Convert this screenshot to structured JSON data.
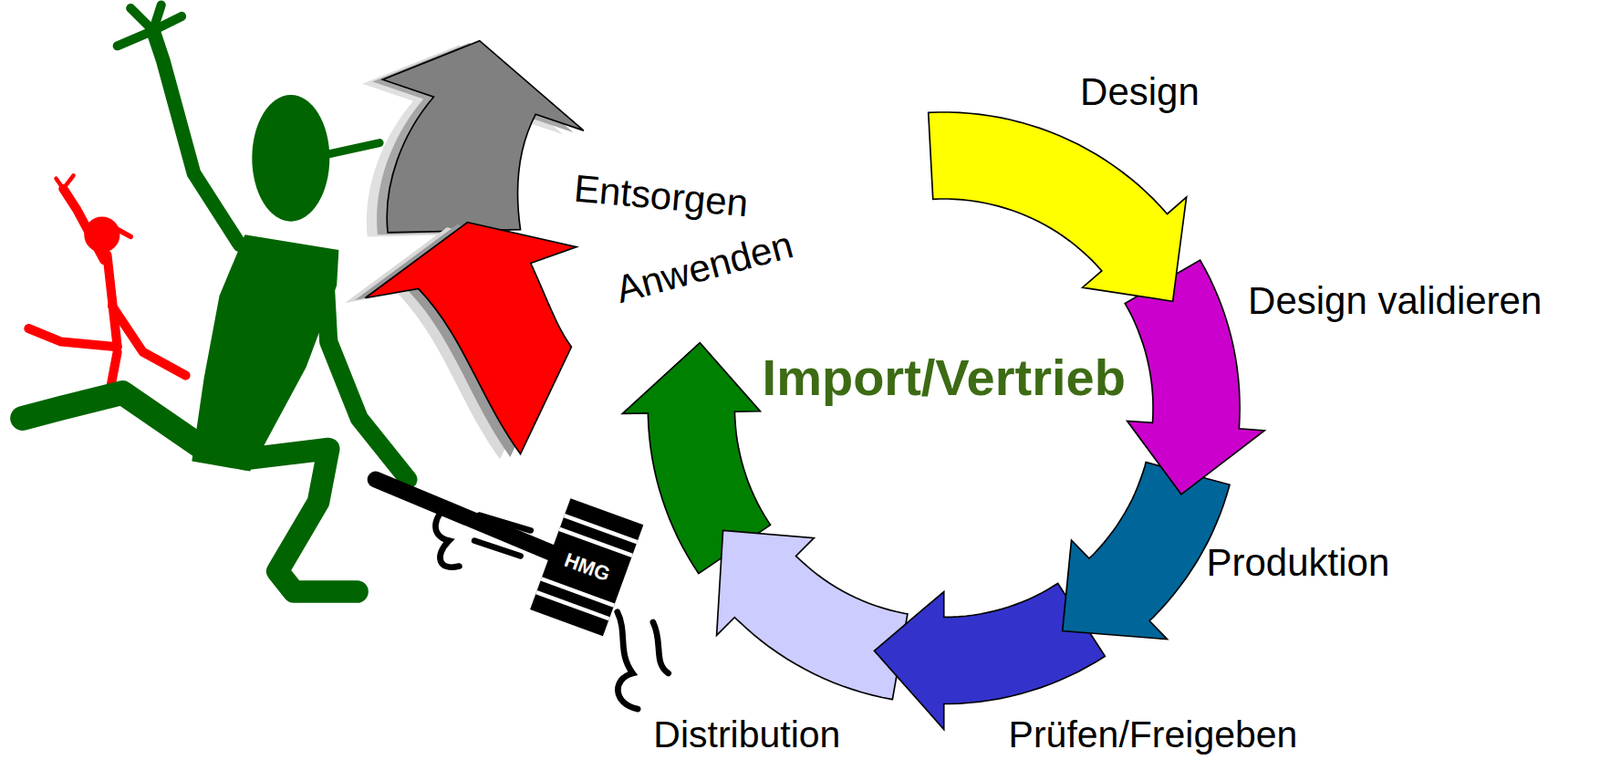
{
  "diagram": {
    "labels": [
      "Design",
      "Design validieren",
      "Produktion",
      "Prüfen/Freigeben",
      "Distribution",
      "Import/Vertrieb",
      "Anwenden",
      "Entsorgen",
      "HMG"
    ]
  }
}
